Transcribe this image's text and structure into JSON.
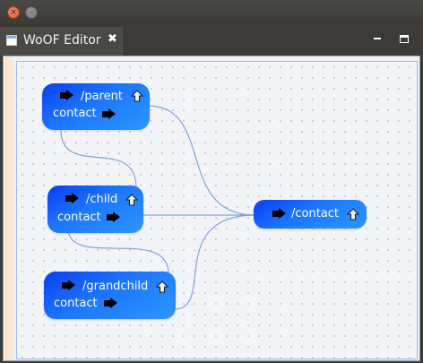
{
  "window": {
    "tab_title": "WoOF Editor",
    "tab_close_glyph": "✖",
    "close_glyph": "×",
    "minimize_glyph": "–"
  },
  "colors": {
    "node_start": "#0a3ef0",
    "node_end": "#2c97ff",
    "link": "#7ea3e0"
  },
  "nodes": {
    "parent": {
      "title": "/parent",
      "port": "contact"
    },
    "child": {
      "title": "/child",
      "port": "contact"
    },
    "grandchild": {
      "title": "/grandchild",
      "port": "contact"
    },
    "contact": {
      "title": "/contact"
    }
  },
  "icons": {
    "in_port": "right-arrow-icon",
    "out_port": "right-arrow-icon",
    "up": "up-arrow-icon"
  }
}
